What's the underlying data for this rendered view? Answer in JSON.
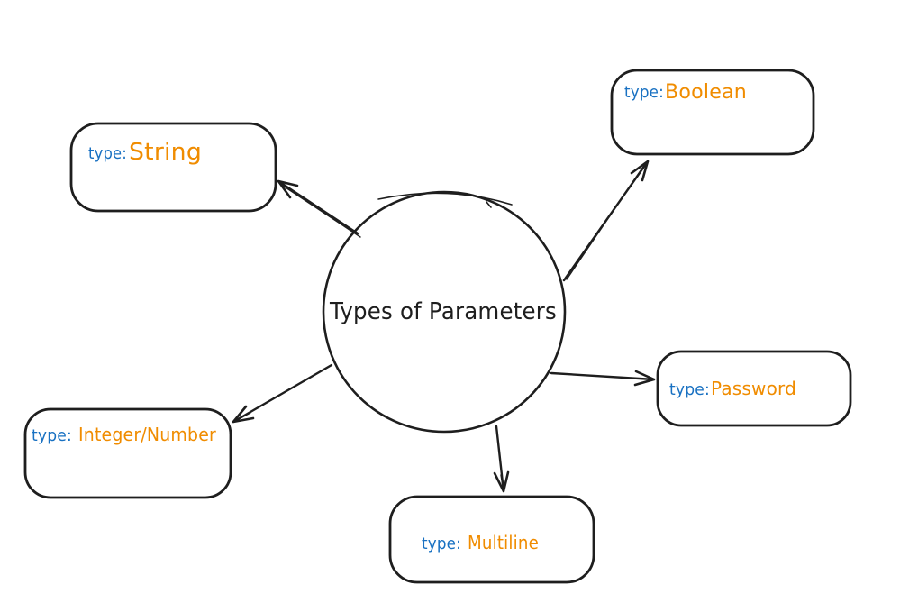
{
  "diagram": {
    "background_color": "#ffffff",
    "stroke_color": "#1e1e1e",
    "prefix_color": "#1971c2",
    "value_color": "#f08c00",
    "center": {
      "label": "Types of Parameters"
    },
    "nodes": [
      {
        "id": "string",
        "prefix": "type:",
        "value": "String"
      },
      {
        "id": "boolean",
        "prefix": "type:",
        "value": "Boolean"
      },
      {
        "id": "password",
        "prefix": "type:",
        "value": "Password"
      },
      {
        "id": "integer-number",
        "prefix": "type:",
        "value": "Integer/Number"
      },
      {
        "id": "multiline",
        "prefix": "type:",
        "value": "Multiline"
      }
    ]
  }
}
